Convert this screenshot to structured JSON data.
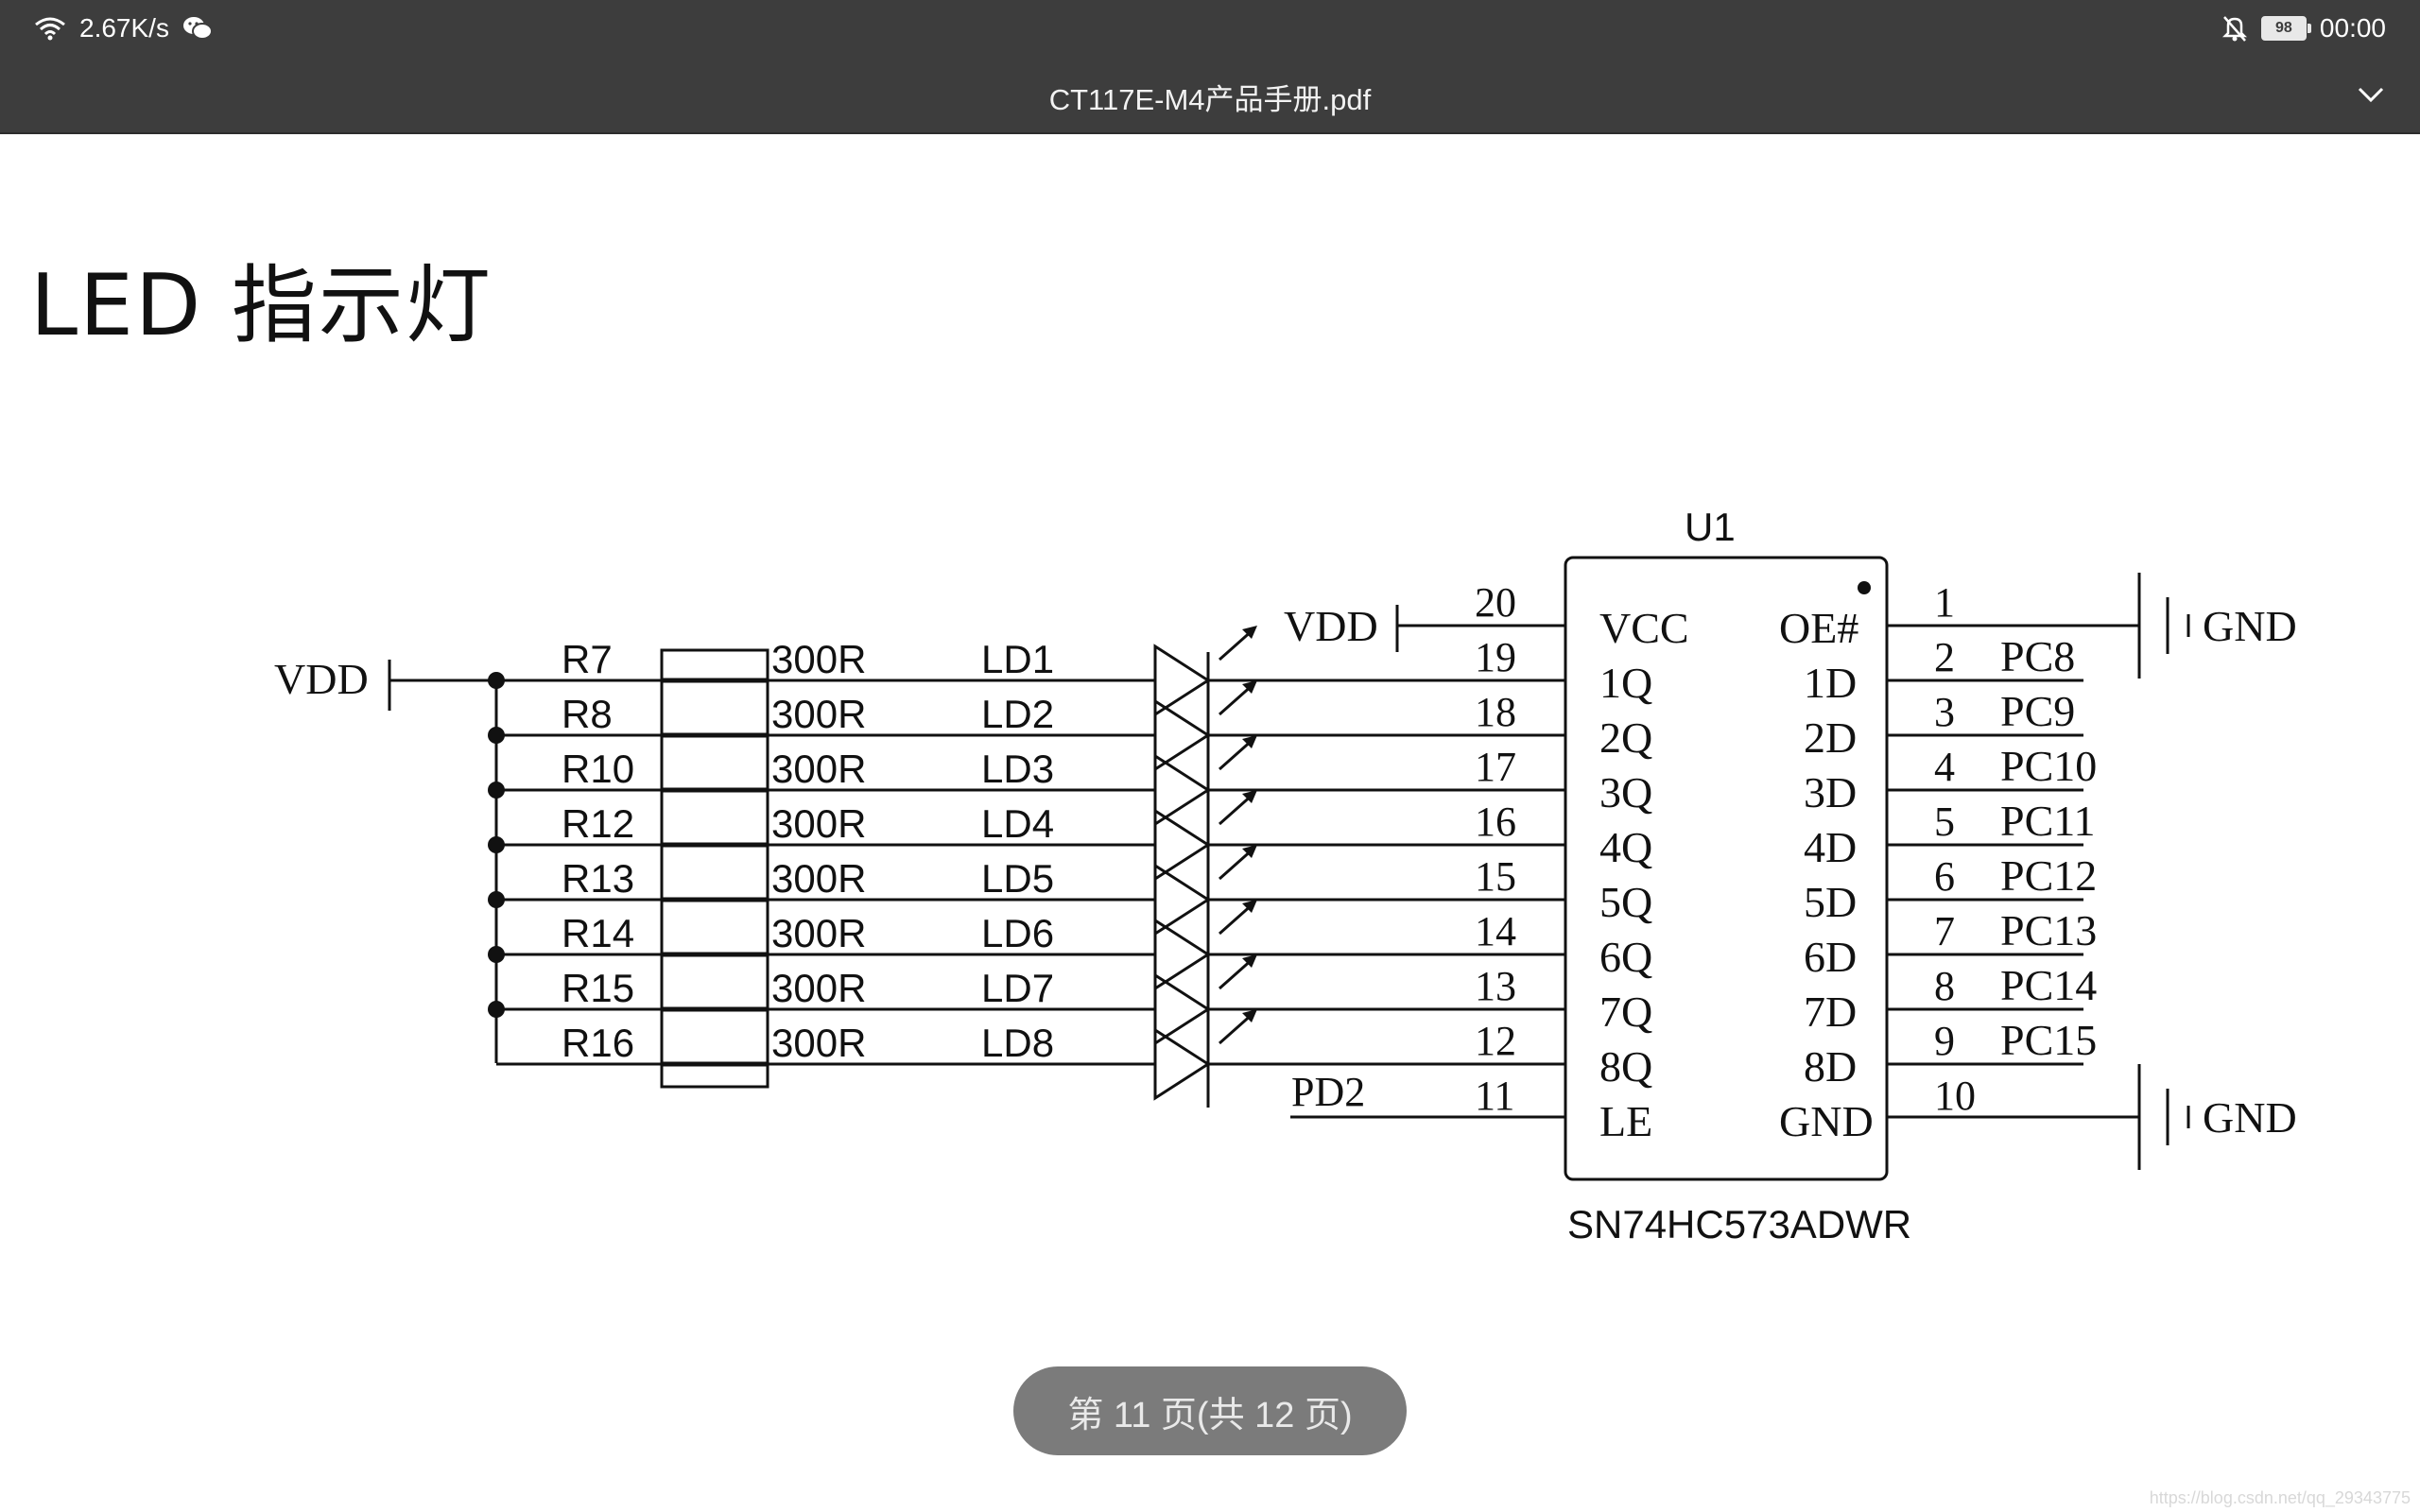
{
  "status_bar": {
    "network_speed": "2.67K/s",
    "time": "00:00",
    "battery_level": "98",
    "icons": [
      "wifi-icon",
      "wechat-icon",
      "mute-icon",
      "battery-icon"
    ]
  },
  "title_bar": {
    "document_title": "CT117E-M4产品手册.pdf",
    "menu_icon": "chevron-down-icon"
  },
  "page": {
    "heading": "LED 指示灯",
    "schematic": {
      "vdd_left": "VDD",
      "vdd_top": "VDD",
      "chip_ref": "U1",
      "chip_part": "SN74HC573ADWR",
      "resistor_value": "300R",
      "resistors": [
        "R7",
        "R8",
        "R10",
        "R12",
        "R13",
        "R14",
        "R15",
        "R16"
      ],
      "leds": [
        "LD1",
        "LD2",
        "LD3",
        "LD4",
        "LD5",
        "LD6",
        "LD7",
        "LD8"
      ],
      "left_pin_numbers": [
        "20",
        "19",
        "18",
        "17",
        "16",
        "15",
        "14",
        "13",
        "12",
        "11"
      ],
      "left_pin_names": [
        "VCC",
        "1Q",
        "2Q",
        "3Q",
        "4Q",
        "5Q",
        "6Q",
        "7Q",
        "8Q",
        "LE"
      ],
      "right_pin_names": [
        "OE#",
        "1D",
        "2D",
        "3D",
        "4D",
        "5D",
        "6D",
        "7D",
        "8D",
        "GND"
      ],
      "right_pin_numbers": [
        "1",
        "2",
        "3",
        "4",
        "5",
        "6",
        "7",
        "8",
        "9",
        "10"
      ],
      "right_nets": [
        "PC8",
        "PC9",
        "PC10",
        "PC11",
        "PC12",
        "PC13",
        "PC14",
        "PC15"
      ],
      "le_net": "PD2",
      "gnd_label": "GND"
    }
  },
  "page_indicator": "第 11 页(共 12 页)",
  "watermark": "https://blog.csdn.net/qq_29343775"
}
